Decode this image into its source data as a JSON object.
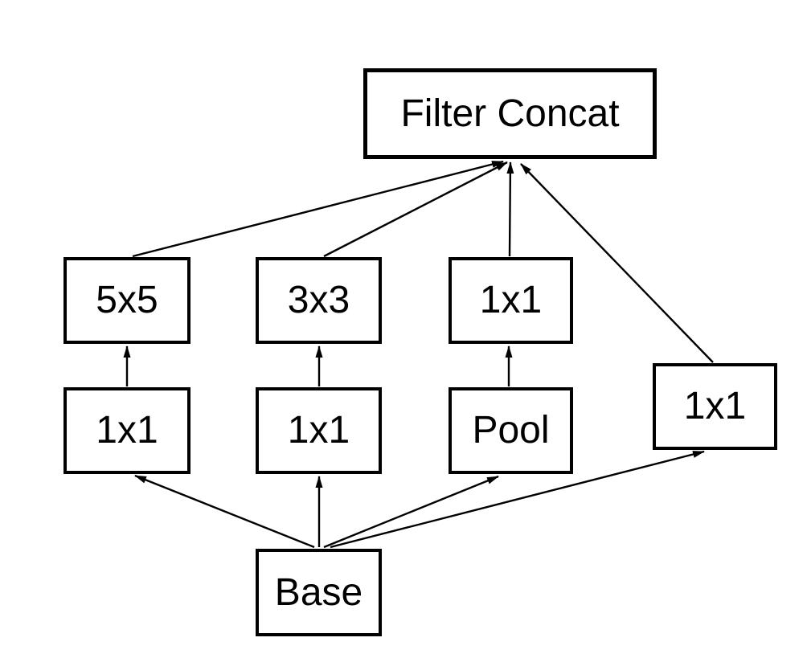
{
  "diagram": {
    "nodes": {
      "filter_concat": {
        "label": "Filter Concat"
      },
      "conv5x5": {
        "label": "5x5"
      },
      "conv3x3": {
        "label": "3x3"
      },
      "conv1x1_top": {
        "label": "1x1"
      },
      "reduce1x1_left": {
        "label": "1x1"
      },
      "reduce1x1_mid": {
        "label": "1x1"
      },
      "pool": {
        "label": "Pool"
      },
      "proj1x1_right": {
        "label": "1x1"
      },
      "base": {
        "label": "Base"
      }
    },
    "edges": [
      {
        "from": "base",
        "to": "reduce1x1_left"
      },
      {
        "from": "base",
        "to": "reduce1x1_mid"
      },
      {
        "from": "base",
        "to": "pool"
      },
      {
        "from": "base",
        "to": "proj1x1_right"
      },
      {
        "from": "reduce1x1_left",
        "to": "conv5x5"
      },
      {
        "from": "reduce1x1_mid",
        "to": "conv3x3"
      },
      {
        "from": "pool",
        "to": "conv1x1_top"
      },
      {
        "from": "conv5x5",
        "to": "filter_concat"
      },
      {
        "from": "conv3x3",
        "to": "filter_concat"
      },
      {
        "from": "conv1x1_top",
        "to": "filter_concat"
      },
      {
        "from": "proj1x1_right",
        "to": "filter_concat"
      }
    ],
    "colors": {
      "background": "#ffffff",
      "line": "#000000",
      "box_border": "#000000",
      "text": "#000000"
    }
  }
}
